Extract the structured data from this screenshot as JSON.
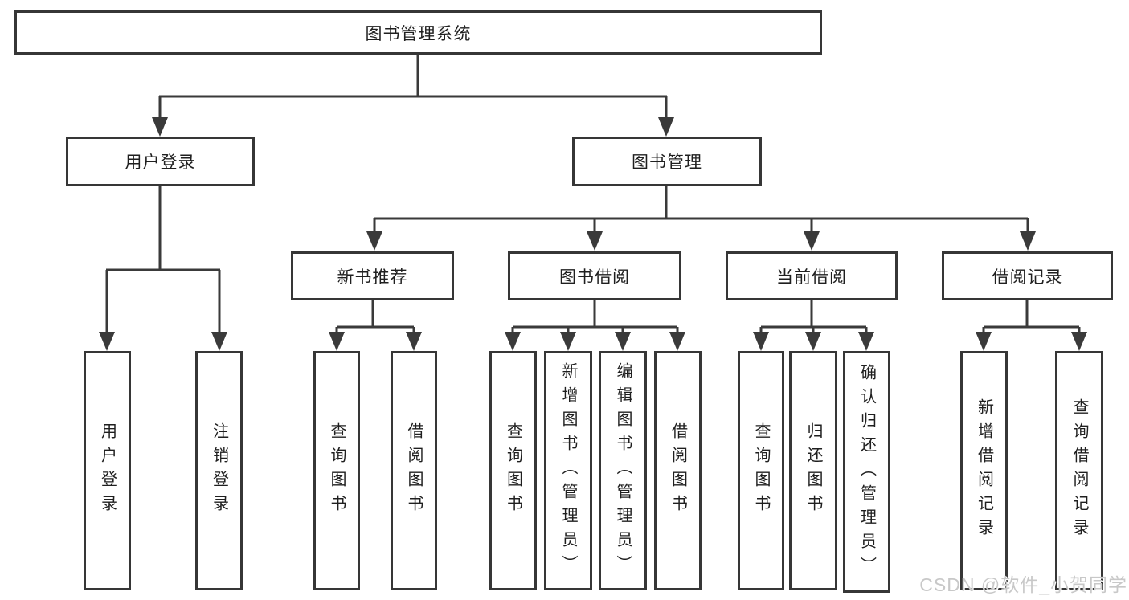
{
  "colors": {
    "background": "#ffffff",
    "box_border": "#363636",
    "connector_line": "#3a3a3a",
    "text": "#1f1f1f",
    "watermark_text": "#c8c8c8"
  },
  "diagram": {
    "root": {
      "label": "图书管理系统"
    },
    "level2": [
      {
        "label": "用户登录"
      },
      {
        "label": "图书管理"
      }
    ],
    "level3": [
      {
        "label": "新书推荐",
        "parent": "图书管理"
      },
      {
        "label": "图书借阅",
        "parent": "图书管理"
      },
      {
        "label": "当前借阅",
        "parent": "图书管理"
      },
      {
        "label": "借阅记录",
        "parent": "图书管理"
      }
    ],
    "leaves": [
      {
        "label": "用户登录",
        "parent": "用户登录"
      },
      {
        "label": "注销登录",
        "parent": "用户登录"
      },
      {
        "label": "查询图书",
        "parent": "新书推荐"
      },
      {
        "label": "借阅图书",
        "parent": "新书推荐"
      },
      {
        "label": "查询图书",
        "parent": "图书借阅"
      },
      {
        "label": "新增图书（管理员）",
        "parent": "图书借阅"
      },
      {
        "label": "编辑图书（管理员）",
        "parent": "图书借阅"
      },
      {
        "label": "借阅图书",
        "parent": "图书借阅"
      },
      {
        "label": "查询图书",
        "parent": "当前借阅"
      },
      {
        "label": "归还图书",
        "parent": "当前借阅"
      },
      {
        "label": "确认归还（管理员）",
        "parent": "当前借阅"
      },
      {
        "label": "新增借阅记录",
        "parent": "借阅记录"
      },
      {
        "label": "查询借阅记录",
        "parent": "借阅记录"
      }
    ]
  },
  "watermark": {
    "text": "CSDN @软件_小贺同学"
  }
}
